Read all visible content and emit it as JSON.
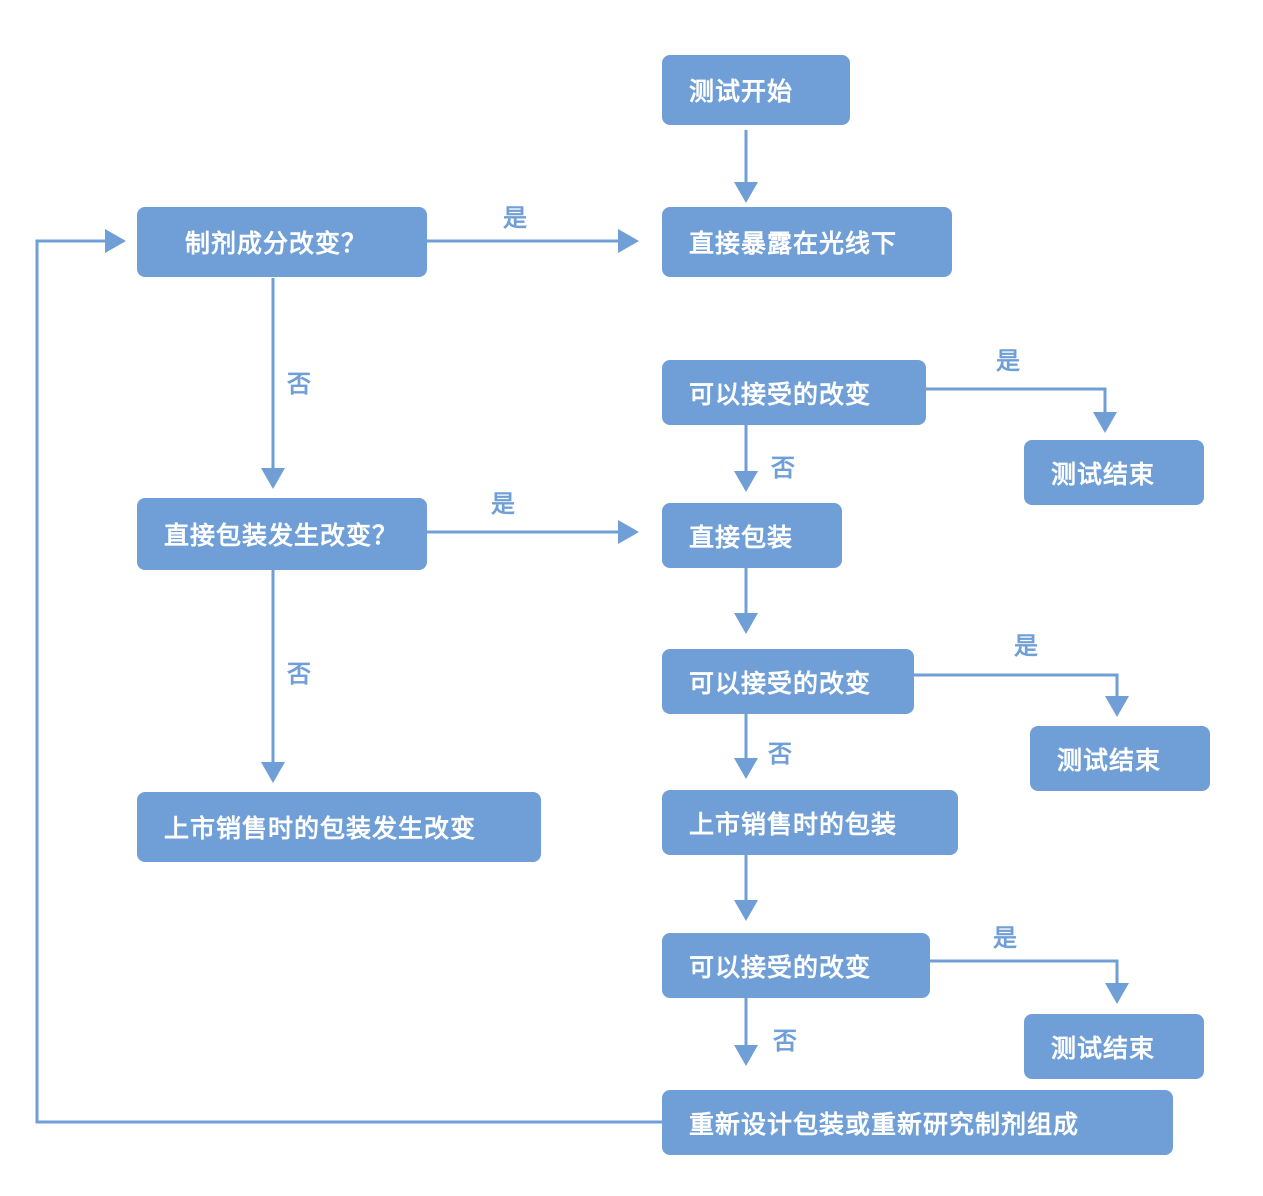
{
  "nodes": {
    "start": "测试开始",
    "expose": "直接暴露在光线下",
    "q_formulation": "制剂成分改变？",
    "acceptable_1": "可以接受的改变",
    "end_1": "测试结束",
    "q_packaging": "直接包装发生改变？",
    "direct_packaging": "直接包装",
    "acceptable_2": "可以接受的改变",
    "end_2": "测试结束",
    "market_pkg_change": "上市销售时的包装发生改变",
    "market_packaging": "上市销售时的包装",
    "acceptable_3": "可以接受的改变",
    "end_3": "测试结束",
    "redesign": "重新设计包装或重新研究制剂组成"
  },
  "edge_labels": {
    "yes": "是",
    "no": "否"
  },
  "colors": {
    "box": "#6f9fd6",
    "line": "#6f9fd6"
  }
}
